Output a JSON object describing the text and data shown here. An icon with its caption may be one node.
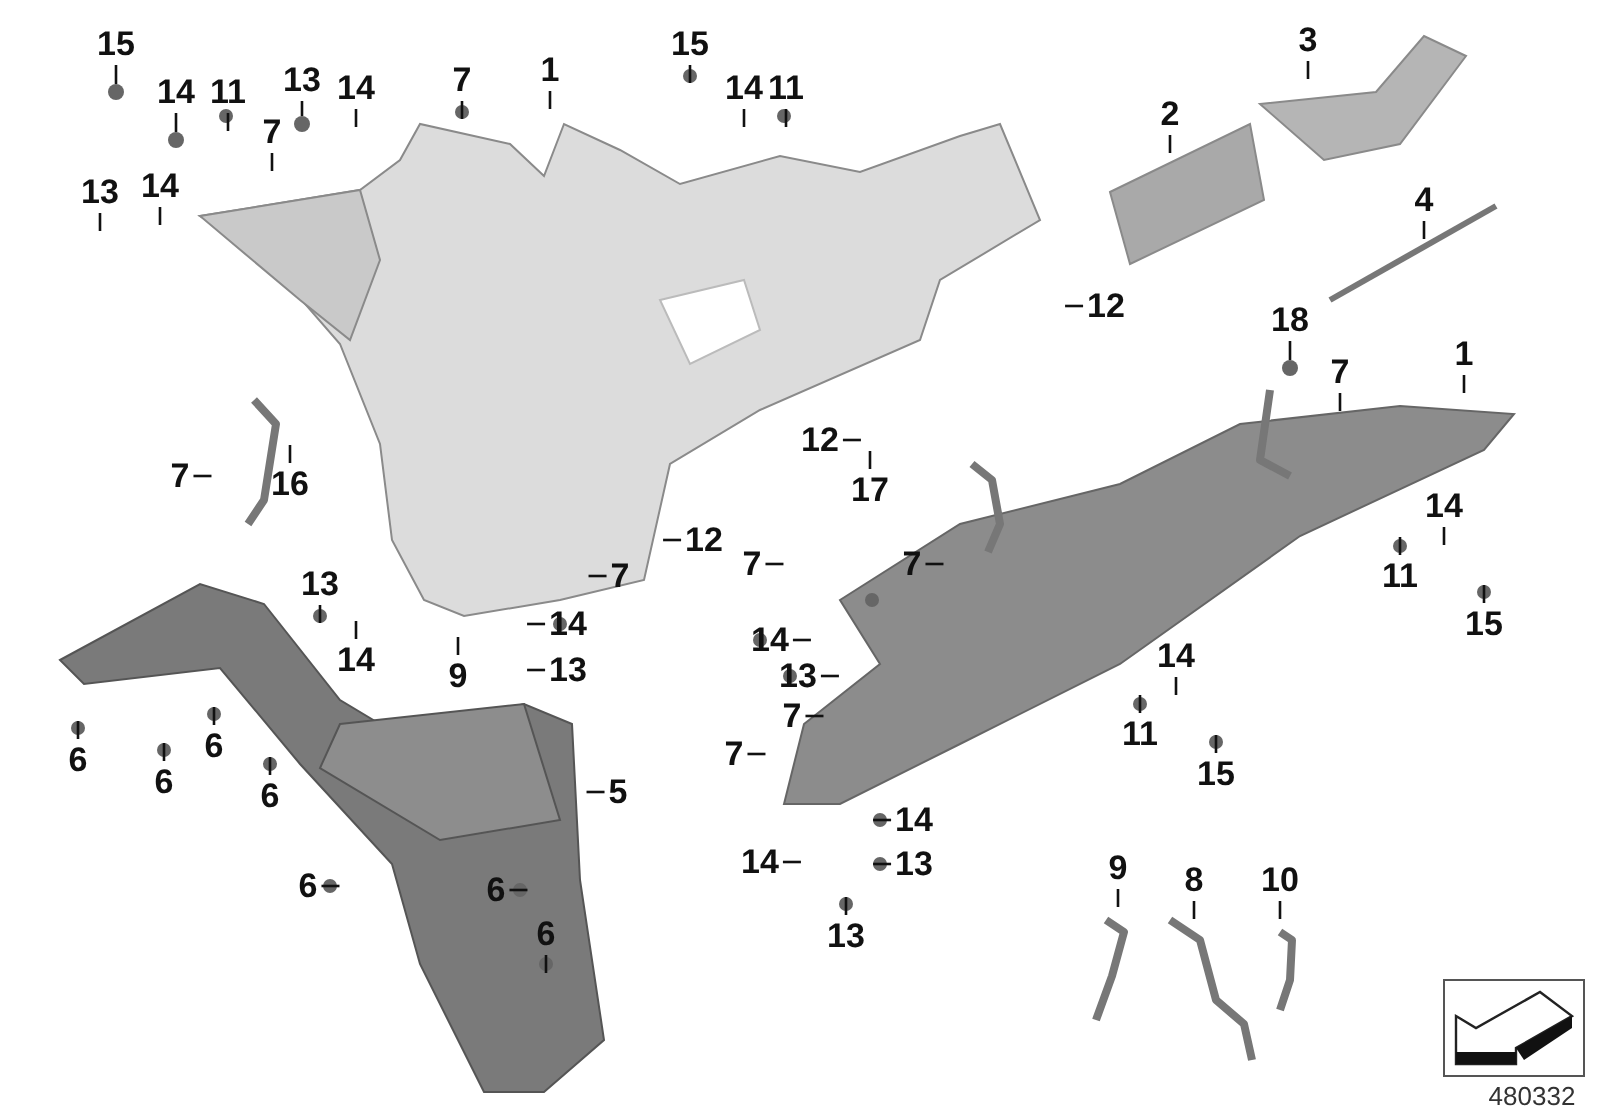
{
  "diagram": {
    "nodes": [
      {
        "text": [
          "15"
        ]
      },
      {
        "text": [
          "14"
        ]
      },
      {
        "text": [
          "11"
        ]
      },
      {
        "text": [
          "7"
        ]
      },
      {
        "text": [
          "13"
        ]
      },
      {
        "text": [
          "14"
        ]
      },
      {
        "text": [
          "7"
        ]
      },
      {
        "text": [
          "1"
        ]
      },
      {
        "text": [
          "15"
        ]
      },
      {
        "text": [
          "14"
        ]
      },
      {
        "text": [
          "11"
        ]
      },
      {
        "text": [
          "2"
        ]
      },
      {
        "text": [
          "3"
        ]
      },
      {
        "text": [
          "13"
        ]
      },
      {
        "text": [
          "14"
        ]
      },
      {
        "text": [
          "4"
        ]
      },
      {
        "text": [
          "12"
        ]
      },
      {
        "text": [
          "18"
        ]
      },
      {
        "text": [
          "7"
        ]
      },
      {
        "text": [
          "1"
        ]
      },
      {
        "text": [
          "12"
        ]
      },
      {
        "text": [
          "7"
        ]
      },
      {
        "text": [
          "16"
        ]
      },
      {
        "text": [
          "17"
        ]
      },
      {
        "text": [
          "12"
        ]
      },
      {
        "text": [
          "7"
        ]
      },
      {
        "text": [
          "7"
        ]
      },
      {
        "text": [
          "7"
        ]
      },
      {
        "text": [
          "14"
        ]
      },
      {
        "text": [
          "11"
        ]
      },
      {
        "text": [
          "13"
        ]
      },
      {
        "text": [
          "14"
        ]
      },
      {
        "text": [
          "14"
        ]
      },
      {
        "text": [
          "15"
        ]
      },
      {
        "text": [
          "14"
        ]
      },
      {
        "text": [
          "9"
        ]
      },
      {
        "text": [
          "13"
        ]
      },
      {
        "text": [
          "13"
        ]
      },
      {
        "text": [
          "14"
        ]
      },
      {
        "text": [
          "7"
        ]
      },
      {
        "text": [
          "6"
        ]
      },
      {
        "text": [
          "6"
        ]
      },
      {
        "text": [
          "6"
        ]
      },
      {
        "text": [
          "11"
        ]
      },
      {
        "text": [
          "7"
        ]
      },
      {
        "text": [
          "15"
        ]
      },
      {
        "text": [
          "5"
        ]
      },
      {
        "text": [
          "6"
        ]
      },
      {
        "text": [
          "14"
        ]
      },
      {
        "text": [
          "14"
        ]
      },
      {
        "text": [
          "6"
        ]
      },
      {
        "text": [
          "6"
        ]
      },
      {
        "text": [
          "13"
        ]
      },
      {
        "text": [
          "9"
        ]
      },
      {
        "text": [
          "8"
        ]
      },
      {
        "text": [
          "10"
        ]
      },
      {
        "text": [
          "6"
        ]
      },
      {
        "text": [
          "13"
        ]
      },
      {
        "text": [],
        "shape": "circle"
      },
      {
        "text": [],
        "shape": "circle"
      },
      {
        "text": [],
        "shape": "circle"
      },
      {
        "text": [],
        "shape": "circle"
      }
    ],
    "edges": [
      {
        "from": 0,
        "to": 58,
        "arrow": "none"
      },
      {
        "from": 1,
        "to": 59,
        "arrow": "none"
      },
      {
        "from": 2,
        "to": null,
        "arrow": "none"
      },
      {
        "from": 3,
        "to": null,
        "arrow": "none"
      },
      {
        "from": 4,
        "to": 60,
        "arrow": "none"
      },
      {
        "from": 5,
        "to": null,
        "arrow": "none"
      },
      {
        "from": 6,
        "to": null,
        "arrow": "none"
      },
      {
        "from": 7,
        "to": null,
        "arrow": "none"
      },
      {
        "from": 8,
        "to": null,
        "arrow": "none"
      },
      {
        "from": 9,
        "to": null,
        "arrow": "none"
      },
      {
        "from": 10,
        "to": null,
        "arrow": "none"
      },
      {
        "from": 11,
        "to": null,
        "arrow": "none"
      },
      {
        "from": 12,
        "to": null,
        "arrow": "none"
      },
      {
        "from": 13,
        "to": null,
        "arrow": "none"
      },
      {
        "from": 14,
        "to": null,
        "arrow": "none"
      },
      {
        "from": 15,
        "to": null,
        "arrow": "none"
      },
      {
        "from": 16,
        "to": null,
        "arrow": "none"
      },
      {
        "from": 17,
        "to": 61,
        "arrow": "none"
      },
      {
        "from": 18,
        "to": null,
        "arrow": "none"
      },
      {
        "from": 19,
        "to": null,
        "arrow": "none"
      },
      {
        "from": 20,
        "to": null,
        "arrow": "none"
      },
      {
        "from": 21,
        "to": null,
        "arrow": "none"
      },
      {
        "from": 22,
        "to": null,
        "arrow": "none"
      },
      {
        "from": 23,
        "to": null,
        "arrow": "none"
      },
      {
        "from": 24,
        "to": null,
        "arrow": "none"
      },
      {
        "from": 25,
        "to": null,
        "arrow": "none"
      },
      {
        "from": 26,
        "to": null,
        "arrow": "none"
      },
      {
        "from": 27,
        "to": null,
        "arrow": "none"
      },
      {
        "from": 28,
        "to": null,
        "arrow": "none"
      },
      {
        "from": 29,
        "to": null,
        "arrow": "none"
      },
      {
        "from": 30,
        "to": null,
        "arrow": "none"
      },
      {
        "from": 31,
        "to": null,
        "arrow": "none"
      },
      {
        "from": 32,
        "to": null,
        "arrow": "none"
      },
      {
        "from": 33,
        "to": null,
        "arrow": "none"
      },
      {
        "from": 34,
        "to": null,
        "arrow": "none"
      },
      {
        "from": 35,
        "to": null,
        "arrow": "none"
      },
      {
        "from": 36,
        "to": null,
        "arrow": "none"
      },
      {
        "from": 37,
        "to": null,
        "arrow": "none"
      },
      {
        "from": 38,
        "to": null,
        "arrow": "none"
      },
      {
        "from": 39,
        "to": null,
        "arrow": "none"
      },
      {
        "from": 40,
        "to": null,
        "arrow": "none"
      },
      {
        "from": 41,
        "to": null,
        "arrow": "none"
      },
      {
        "from": 42,
        "to": null,
        "arrow": "none"
      },
      {
        "from": 43,
        "to": null,
        "arrow": "none"
      },
      {
        "from": 44,
        "to": null,
        "arrow": "none"
      },
      {
        "from": 45,
        "to": null,
        "arrow": "none"
      },
      {
        "from": 46,
        "to": null,
        "arrow": "none"
      },
      {
        "from": 47,
        "to": null,
        "arrow": "none"
      },
      {
        "from": 48,
        "to": null,
        "arrow": "none"
      },
      {
        "from": 49,
        "to": null,
        "arrow": "none"
      },
      {
        "from": 50,
        "to": null,
        "arrow": "none"
      },
      {
        "from": 51,
        "to": null,
        "arrow": "none"
      },
      {
        "from": 52,
        "to": null,
        "arrow": "none"
      },
      {
        "from": 53,
        "to": null,
        "arrow": "none"
      },
      {
        "from": 54,
        "to": null,
        "arrow": "none"
      },
      {
        "from": 55,
        "to": null,
        "arrow": "none"
      },
      {
        "from": 56,
        "to": null,
        "arrow": "none"
      },
      {
        "from": 57,
        "to": null,
        "arrow": "none"
      }
    ],
    "labels": [
      "480332"
    ]
  }
}
